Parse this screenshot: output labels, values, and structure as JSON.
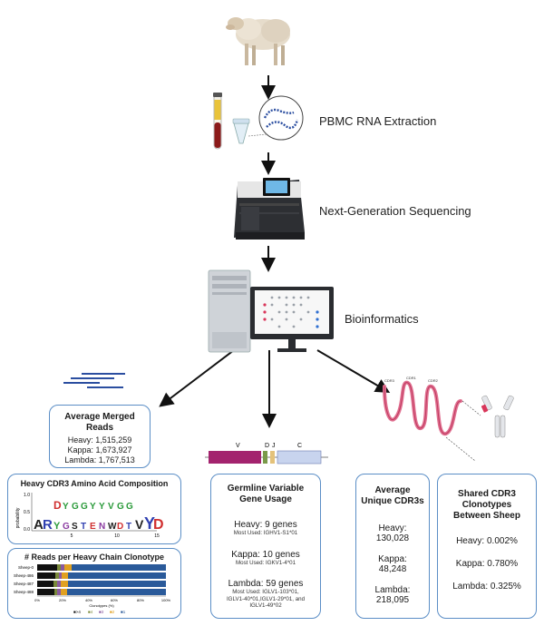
{
  "steps": {
    "extraction": "PBMC RNA Extraction",
    "sequencing": "Next-Generation Sequencing",
    "bioinformatics": "Bioinformatics"
  },
  "merged": {
    "title": "Average Merged Reads",
    "heavy": "Heavy: 1,515,259",
    "kappa": "Kappa: 1,673,927",
    "lambda": "Lambda: 1,767,513"
  },
  "logo": {
    "title": "Heavy CDR3 Amino Acid Composition",
    "ylabel": "probability",
    "yticks": [
      "1.0",
      "0.5",
      "0.0"
    ],
    "xticks": [
      "5",
      "10",
      "15"
    ]
  },
  "clonotype": {
    "title": "# Reads per Heavy Chain Clonotype",
    "rows": [
      "Sheep-0",
      "Sheep-486",
      "Sheep-487",
      "Sheep-488"
    ],
    "xticks": [
      "0%",
      "20%",
      "40%",
      "60%",
      "80%",
      "100%"
    ],
    "xlabel": "Clonotypes (%)",
    "legend": [
      "■>4",
      "■4",
      "■3",
      "■2",
      "■1"
    ],
    "colors": [
      "#111111",
      "#7a8a3a",
      "#8a5aa0",
      "#e0a020",
      "#2a5a9a"
    ]
  },
  "gene": {
    "segments": [
      "V",
      "D",
      "J",
      "C"
    ],
    "title": "Germline Variable Gene Usage",
    "heavy": "Heavy: 9 genes",
    "heavy_most": "Most Used: IGHV1-S1*01",
    "kappa": "Kappa: 10 genes",
    "kappa_most": "Most Used: IGKV1-4*01",
    "lambda": "Lambda: 59 genes",
    "lambda_most": "Most Used: IGLV1-103*01, IGLV1-40*01,IGLV1-29*01, and IGLV1-49*02"
  },
  "antibody": {
    "labels": [
      "CDR1",
      "CDR2",
      "CDR3"
    ]
  },
  "unique": {
    "title": "Average Unique CDR3s",
    "heavy_label": "Heavy:",
    "heavy": "130,028",
    "kappa_label": "Kappa:",
    "kappa": "48,248",
    "lambda_label": "Lambda:",
    "lambda": "218,095"
  },
  "shared": {
    "title": "Shared CDR3 Clonotypes Between Sheep",
    "heavy": "Heavy: 0.002%",
    "kappa": "Kappa: 0.780%",
    "lambda": "Lambda: 0.325%"
  }
}
